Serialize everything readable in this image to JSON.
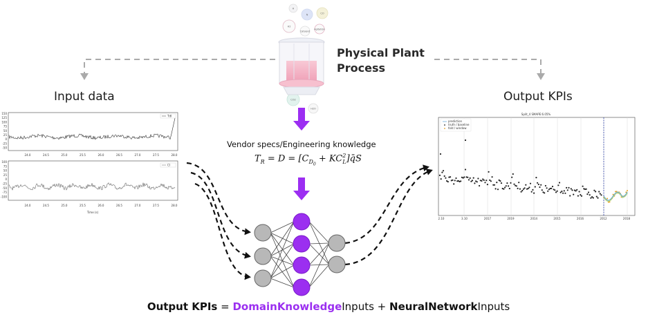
{
  "labels": {
    "input_data": "Input data",
    "output_kpis": "Output KPIs",
    "physical_plant_line1": "Physical Plant",
    "physical_plant_line2": "Process",
    "vendor_specs": "Vendor specs/Engineering knowledge"
  },
  "formula": {
    "lhs": "T",
    "lhs_sub": "R",
    "mid": " = D = [C",
    "cd_sub": "D",
    "cd_sub2": "0",
    "plus": " + KC",
    "cl_sup": "2",
    "cl_sub": "L",
    "tail": "]q̄S"
  },
  "equation": {
    "part1": "Output KPIs",
    "eq": " = ",
    "domain": "DomainKnowledge",
    "inputs1": "Inputs + ",
    "nn": "NeuralNetwork",
    "inputs2": "Inputs"
  },
  "charts": {
    "input_top_legend": "TdI",
    "input_bottom_legend": "CI",
    "input_xlabel": "Time (s)",
    "input_xticks": [
      "24.0",
      "24.5",
      "25.0",
      "25.5",
      "26.0",
      "26.5",
      "27.0",
      "27.5",
      "28.0"
    ],
    "input_top_yticks": [
      "150",
      "125",
      "100",
      "75",
      "50",
      "25",
      "0",
      "-25",
      "-50"
    ],
    "input_bottom_yticks": [
      "100",
      "75",
      "50",
      "25",
      "0",
      "-25",
      "-50",
      "-75",
      "-100"
    ],
    "output_title": "Split_4 SMAPE:6.05%",
    "output_legend": [
      "prediction",
      "truth / baseline",
      "fold / window"
    ],
    "output_xticks": [
      "2.10",
      "3.10",
      "2017",
      "2019",
      "2014",
      "2015",
      "2016",
      "2012",
      "2018"
    ]
  },
  "plant_bubbles": [
    "H",
    "N",
    "CO",
    "H2",
    "Catalyst",
    "Agitation",
    "CO2",
    "H2O"
  ],
  "colors": {
    "purple": "#9b2ff0",
    "purple_arrow": "#9c2ef2",
    "node_gray": "#b8b8b8",
    "dash_gray": "#aaaaaa"
  },
  "network": {
    "input_nodes": 3,
    "hidden_nodes": 4,
    "output_nodes": 2
  }
}
